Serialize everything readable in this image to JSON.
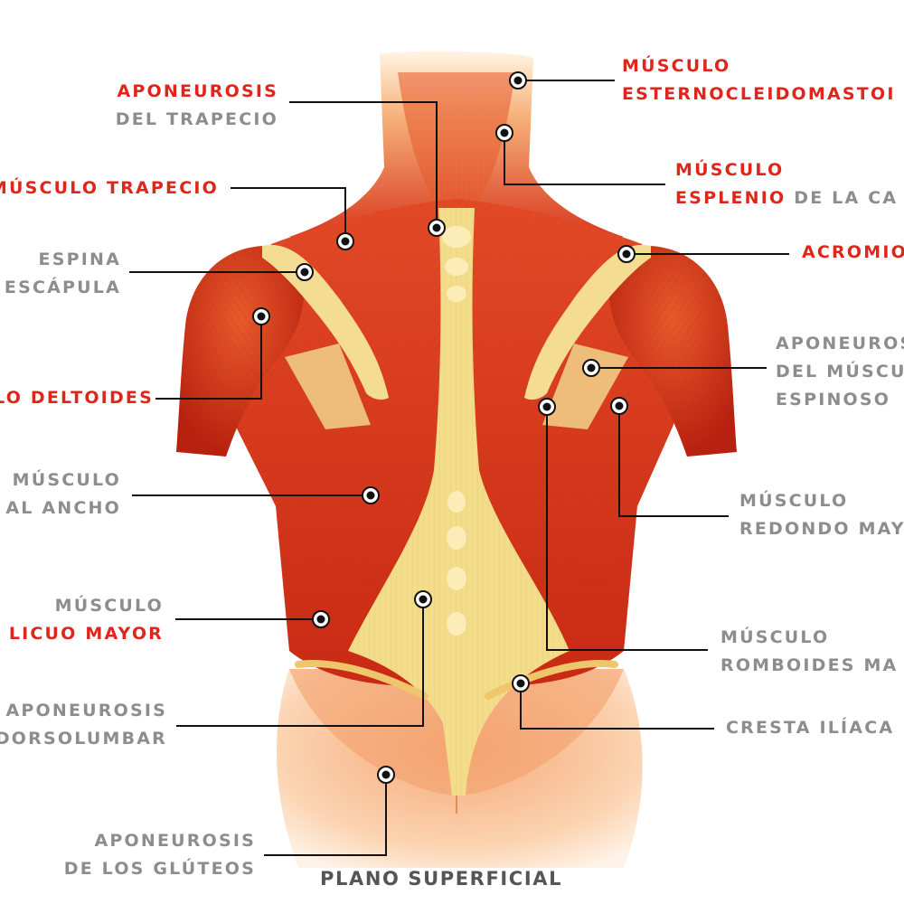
{
  "caption": "PLANO SUPERFICIAL",
  "labels": {
    "aponeurosis_trapecio": [
      "APONEUROSIS",
      "DEL TRAPECIO"
    ],
    "musculo_trapecio": [
      "MÚSCULO TRAPECIO"
    ],
    "espina_escapula": [
      "ESPINA",
      "ESCÁPULA"
    ],
    "deltoides": [
      "LO DELTOIDES"
    ],
    "dorsal_ancho": [
      "MÚSCULO",
      "AL ANCHO"
    ],
    "oblicuo_mayor": [
      "MÚSCULO",
      "LICUO MAYOR"
    ],
    "aponeurosis_dorsolumbar": [
      "APONEUROSIS",
      "DORSOLUMBAR"
    ],
    "aponeurosis_gluteos": [
      "APONEUROSIS",
      "DE LOS GLÚTEOS"
    ],
    "esternocleidomastoideo": [
      "MÚSCULO",
      "ESTERNOCLEIDOMASTOI"
    ],
    "esplenio": [
      "MÚSCULO",
      "ESPLENIO",
      " DE LA CA"
    ],
    "acromion": [
      "ACROMIO"
    ],
    "aponeurosis_espinoso": [
      "APONEUROS",
      "DEL MÚSCU",
      "ESPINOSO"
    ],
    "redondo_mayor": [
      "MÚSCULO",
      "REDONDO MAY"
    ],
    "romboides_mayor": [
      "MÚSCULO",
      "ROMBOIDES MA"
    ],
    "cresta_iliaca": [
      "CRESTA ILÍACA"
    ]
  },
  "colors": {
    "label_red": "#e0251b",
    "label_gray": "#8d8d8d",
    "muscle_red": "#d8321c",
    "muscle_dark": "#b51f10",
    "tendon_cream": "#f3dc8a",
    "skin": "#f7b07a",
    "leader_line": "#111111"
  }
}
